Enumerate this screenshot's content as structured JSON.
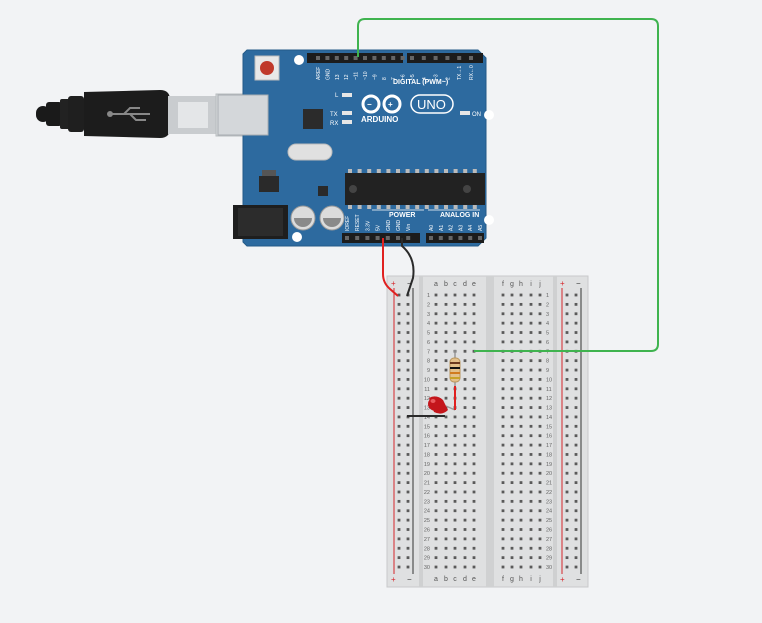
{
  "board": {
    "brand": "ARDUINO",
    "model": "UNO",
    "digital_header": "DIGITAL (PWM~)",
    "power_header": "POWER",
    "analog_header": "ANALOG IN",
    "led_l": "L",
    "led_tx": "TX",
    "led_rx": "RX",
    "led_on": "ON",
    "digital_pins": [
      "AREF",
      "GND",
      "13",
      "12",
      "~11",
      "~10",
      "~9",
      "8",
      "7",
      "~6",
      "~5",
      "4",
      "~3",
      "2",
      "TX→1",
      "RX←0"
    ],
    "power_pins": [
      "IOREF",
      "RESET",
      "3.3V",
      "5V",
      "GND",
      "GND",
      "Vin"
    ],
    "analog_pins": [
      "A0",
      "A1",
      "A2",
      "A3",
      "A4",
      "A5"
    ]
  },
  "breadboard": {
    "columns_left": [
      "a",
      "b",
      "c",
      "d",
      "e"
    ],
    "columns_right": [
      "f",
      "g",
      "h",
      "i",
      "j"
    ],
    "rows": 30,
    "plus": "+",
    "minus": "−"
  },
  "colors": {
    "background": "#f2f3f5",
    "board": "#2d6a9f",
    "wire_green": "#3fb34f",
    "wire_red": "#e02020",
    "wire_black": "#2a2a2a",
    "led": "#c4161c",
    "rail_red": "#d6262b",
    "rail_black": "#333333"
  }
}
